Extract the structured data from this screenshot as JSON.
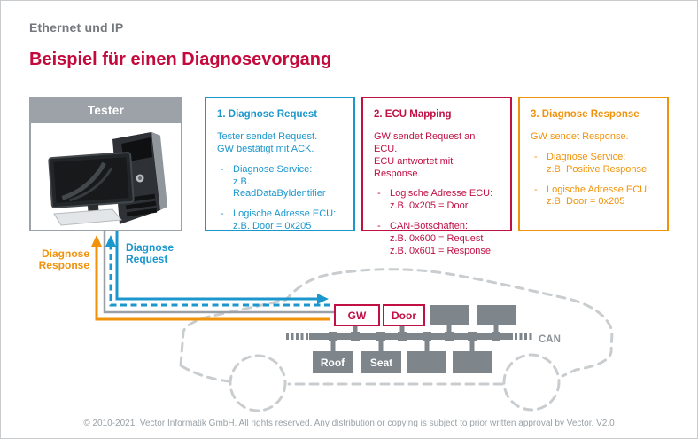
{
  "slide": {
    "kicker": "Ethernet und IP",
    "title": "Beispiel für einen Diagnosevorgang"
  },
  "tester": {
    "label": "Tester"
  },
  "steps": [
    {
      "title": "1. Diagnose Request",
      "intro": [
        "Tester sendet Request.",
        "GW bestätigt mit ACK."
      ],
      "bullets": [
        [
          "Diagnose Service:",
          "z.B. ReadDataByIdentifier"
        ],
        [
          "Logische Adresse ECU:",
          "z.B. Door = 0x205"
        ]
      ],
      "accent": "#1B97CD"
    },
    {
      "title": "2. ECU Mapping",
      "intro": [
        "GW sendet Request an ECU.",
        "ECU antwortet mit Response."
      ],
      "bullets": [
        [
          "Logische Adresse ECU:",
          "z.B. 0x205 = Door"
        ],
        [
          "CAN-Botschaften:",
          "z.B. 0x600 = Request",
          "z.B. 0x601 = Response"
        ]
      ],
      "accent": "#C01044"
    },
    {
      "title": "3. Diagnose Response",
      "intro": [
        "GW sendet Response."
      ],
      "bullets": [
        [
          "Diagnose Service:",
          "z.B. Positive Response"
        ],
        [
          "Logische Adresse ECU:",
          "z.B. Door = 0x205"
        ]
      ],
      "accent": "#F0930A"
    }
  ],
  "flows": {
    "response": "Diagnose Response",
    "request": "Diagnose Request"
  },
  "network": {
    "bus": "CAN",
    "gateway": "GW",
    "door": "Door",
    "roof": "Roof",
    "seat": "Seat"
  },
  "footer": "© 2010-2021. Vector Informatik GmbH. All rights reserved. Any distribution or copying is subject to prior written approval by Vector. V2.0",
  "colors": {
    "title_red": "#C40A3C",
    "kicker_gray": "#75797D",
    "request_blue": "#1B97CD",
    "mapping_crimson": "#C01044",
    "response_orange": "#F0930A",
    "box_header_gray": "#9CA2A7",
    "ecu_gray": "#7E868B",
    "car_outline_gray": "#C9CDD0"
  }
}
